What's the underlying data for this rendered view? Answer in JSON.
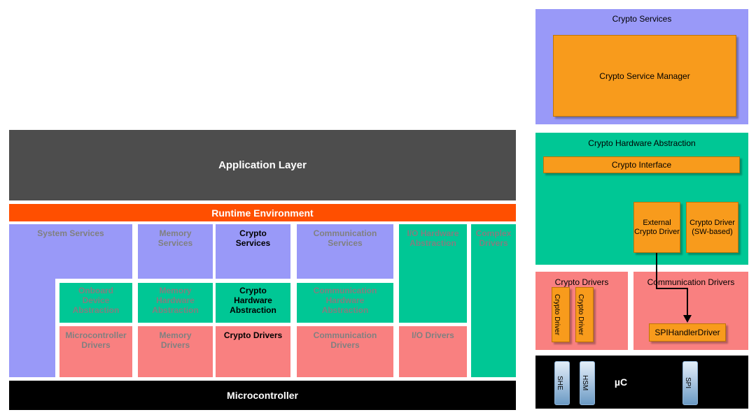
{
  "colors": {
    "layer_purple": "#9999f8",
    "layer_green": "#00c795",
    "layer_pink": "#f98080",
    "app_layer_gray": "#4d4d4d",
    "runtime_orange": "#ff4f00",
    "module_orange": "#f89b1c",
    "module_orange_border": "#bf7506",
    "microcontroller_black": "#000000",
    "muted_label_gray": "#808080",
    "hw_chip_blue": "#6b9ac4"
  },
  "left_diagram": {
    "application_layer": "Application Layer",
    "runtime_environment": "Runtime Environment",
    "microcontroller": "Microcontroller",
    "services": {
      "system": "System Services",
      "memory": "Memory Services",
      "crypto": "Crypto Services",
      "communication": "Communication Services"
    },
    "abstraction": {
      "io_hw": "I/O Hardware Abstraction",
      "complex": "Complex Drivers",
      "onboard": "Onboard Device Abstraction",
      "memory_hw": "Memory Hardware Abstraction",
      "crypto_hw": "Crypto Hardware Abstraction",
      "communication_hw": "Communication Hardware Abstraction"
    },
    "drivers": {
      "microcontroller": "Microcontroller Drivers",
      "memory": "Memory Drivers",
      "crypto": "Crypto Drivers",
      "communication": "Communication Drivers",
      "io": "I/O Drivers"
    }
  },
  "right_diagram": {
    "crypto_services": {
      "title": "Crypto Services",
      "csm": "Crypto Service Manager"
    },
    "crypto_hw_abstraction": {
      "title": "Crypto Hardware Abstraction",
      "crypto_interface": "Crypto Interface",
      "external_crypto_driver": "External Crypto Driver",
      "crypto_driver_sw": "Crypto Driver (SW-based)"
    },
    "crypto_drivers": {
      "title": "Crypto Drivers",
      "driver1": "Crypto Driver",
      "driver2": "Crypto Driver"
    },
    "communication_drivers": {
      "title": "Communication Drivers",
      "spi_handler": "SPIHandlerDriver"
    },
    "microcontroller_bar": {
      "uc": "µC",
      "she": "SHE",
      "hsm": "HSM",
      "spi": "SPI"
    }
  }
}
